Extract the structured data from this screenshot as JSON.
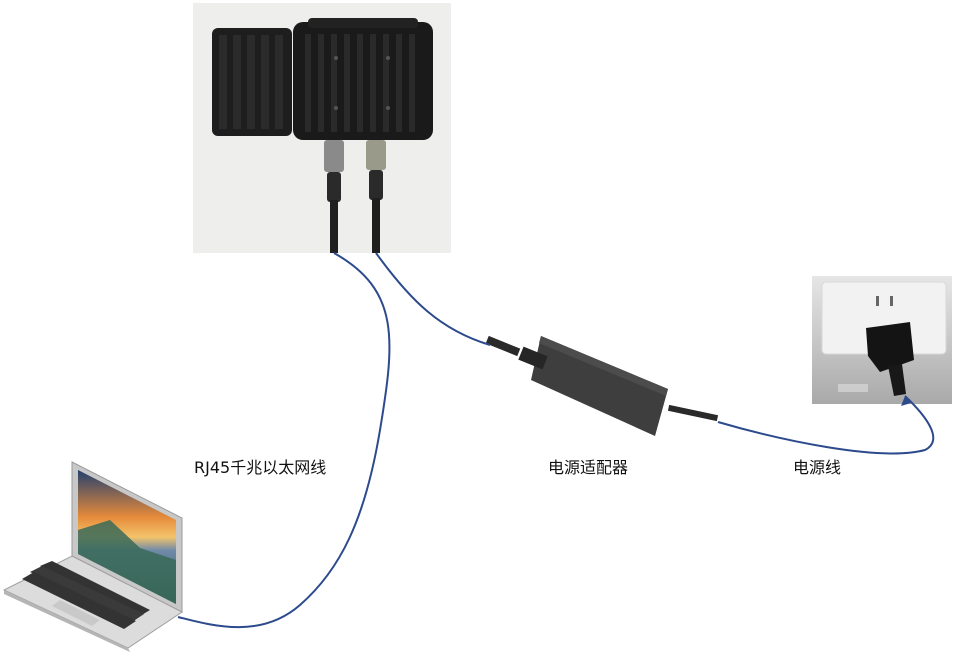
{
  "labels": {
    "ethernet": "RJ45千兆以太网线",
    "adapter": "电源适配器",
    "power_cord": "电源线"
  },
  "colors": {
    "cable": "#2c4a8c",
    "device_body": "#1c1c1c",
    "adapter_body": "#3e3e3e",
    "photo_background": "#eeeeec",
    "outlet_wall": "#cfcfcf"
  },
  "icons": [
    "camera-device-icon",
    "laptop-icon",
    "power-adapter-icon",
    "wall-outlet-icon"
  ]
}
